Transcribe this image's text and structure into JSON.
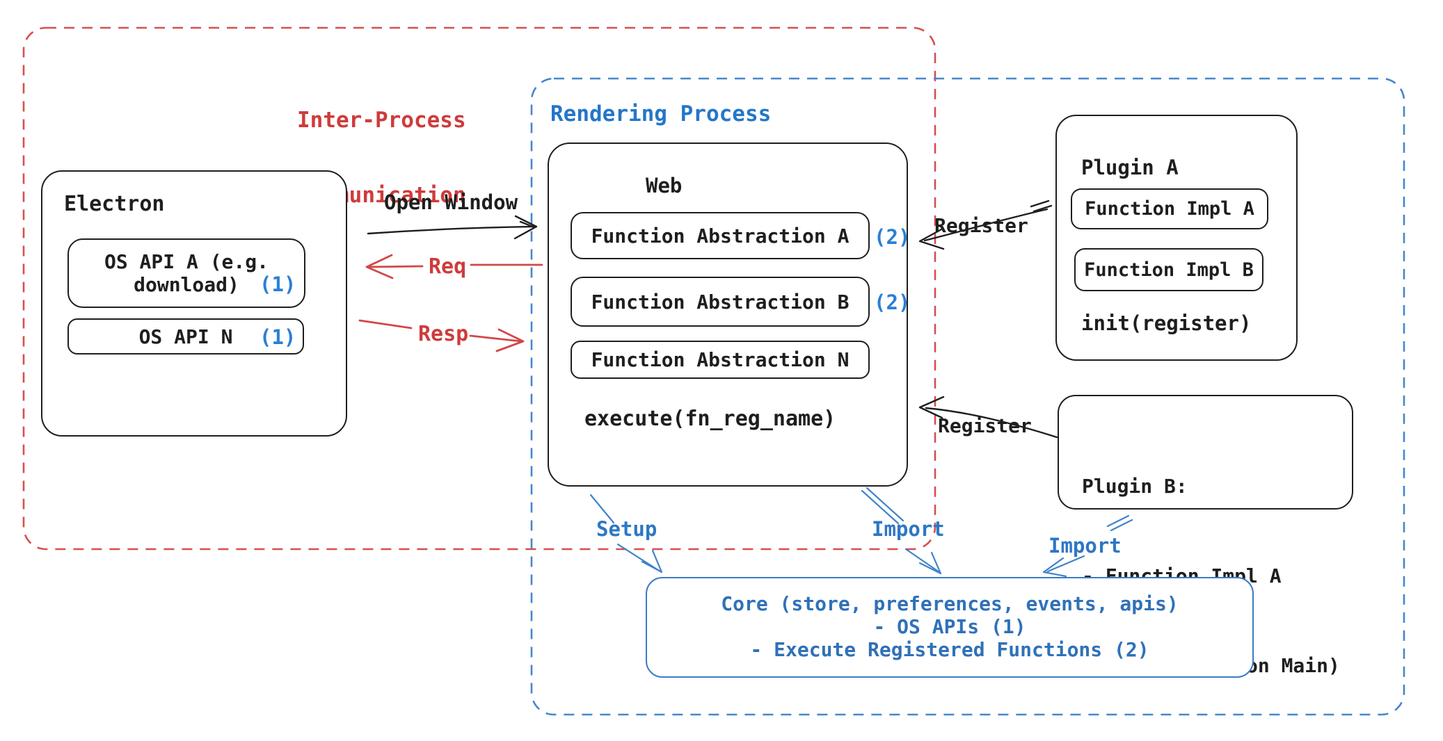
{
  "colors": {
    "black": "#1e1e1e",
    "accent_blue": "#1e6fc0",
    "dash_blue": "#4487cc",
    "accent_red": "#cf3b3b",
    "dash_red": "#d64f4f"
  },
  "ipc_region": {
    "label_line1": "Inter-Process",
    "label_line2": "Communication"
  },
  "rendering_region": {
    "label": "Rendering Process"
  },
  "electron": {
    "title": "Electron",
    "os_api_a_line1": "OS API A (e.g.",
    "os_api_a_line2": "download)",
    "os_api_a_note": "(1)",
    "os_api_n": "OS API N",
    "os_api_n_note": "(1)"
  },
  "web": {
    "title": "Web",
    "fa_a": "Function Abstraction A",
    "fa_a_note": "(2)",
    "fa_b": "Function Abstraction B",
    "fa_b_note": "(2)",
    "fa_n": "Function Abstraction N",
    "execute": "execute(fn_reg_name)"
  },
  "plugin_a": {
    "title": "Plugin A",
    "impl_a": "Function Impl A",
    "impl_b": "Function Impl B",
    "init": "init(register)"
  },
  "plugin_b": {
    "line1": "Plugin B:",
    "line2": "- Function Impl A",
    "line3": "- Module (run on Main)"
  },
  "core": {
    "line1": "Core (store, preferences, events, apis)",
    "line2": "- OS APIs (1)",
    "line3": "- Execute Registered Functions (2)"
  },
  "arrows": {
    "open_window": "Open Window",
    "req": "Req",
    "resp": "Resp",
    "register_plugin_a": "Register",
    "register_plugin_b": "Register",
    "setup": "Setup",
    "import_web": "Import",
    "import_plugin": "Import"
  }
}
